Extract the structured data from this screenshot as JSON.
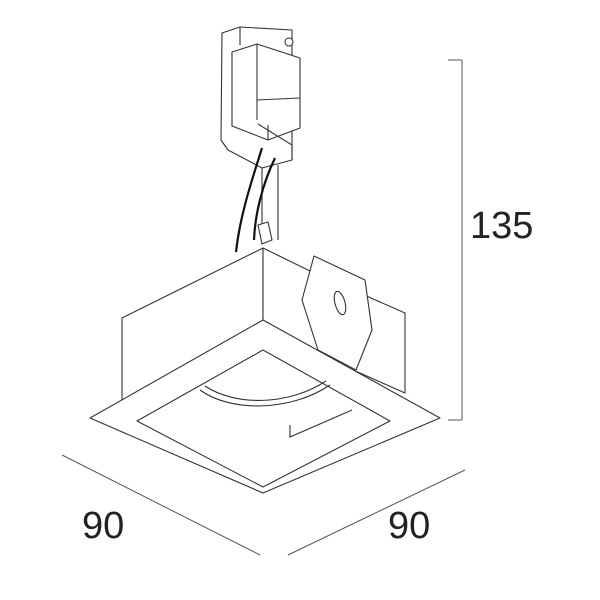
{
  "dimensions": {
    "height": "135",
    "width_left": "90",
    "width_right": "90"
  }
}
